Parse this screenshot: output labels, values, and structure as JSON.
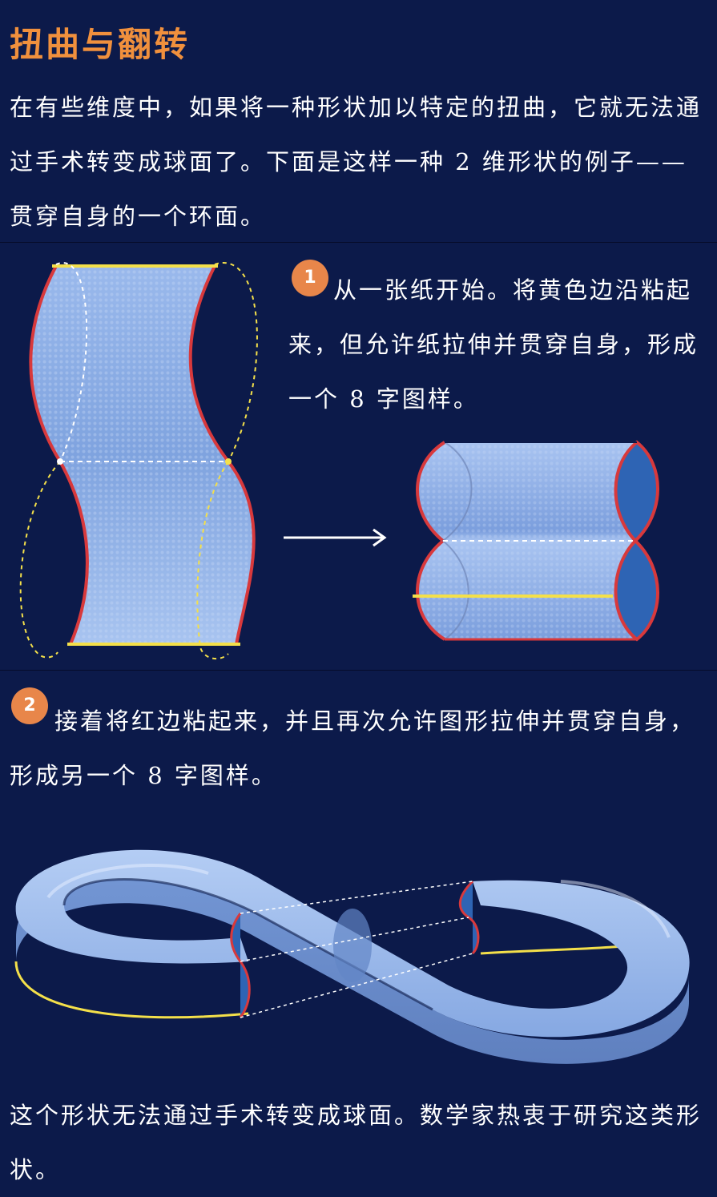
{
  "title": "扭曲与翻转",
  "intro": "在有些维度中，如果将一种形状加以特定的扭曲，它就无法通过手术转变成球面了。下面是这样一种 2 维形状的例子——贯穿自身的一个环面。",
  "step1": {
    "badge": "1",
    "text": "从一张纸开始。将黄色边沿粘起来，但允许纸拉伸并贯穿自身，形成一个 8 字图样。"
  },
  "step2": {
    "badge": "2",
    "text": "接着将红边粘起来，并且再次允许图形拉伸并贯穿自身，形成另一个 8 字图样。"
  },
  "conclusion": "这个形状无法通过手术转变成球面。数学家热衷于研究这类形状。",
  "colors": {
    "background": "#0c1a4a",
    "title": "#f0903d",
    "badge": "#e8864a",
    "edge_red": "#d8393c",
    "edge_yellow": "#f4e04a",
    "surface_blue": "#8fb2e6"
  }
}
